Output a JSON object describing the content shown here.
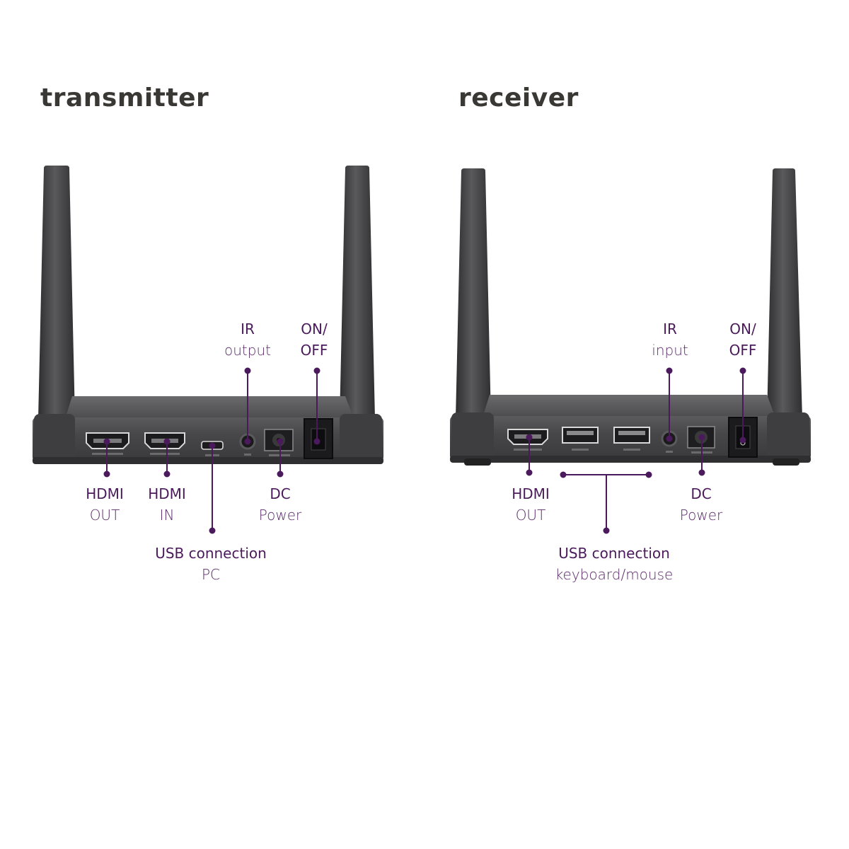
{
  "titles": {
    "transmitter": "transmitter",
    "receiver": "receiver"
  },
  "transmitter": {
    "ir": {
      "line1": "IR",
      "line2": "output"
    },
    "onoff": {
      "line1": "ON/",
      "line2": "OFF"
    },
    "hdmi_out": {
      "line1": "HDMI",
      "line2": "OUT"
    },
    "hdmi_in": {
      "line1": "HDMI",
      "line2": "IN"
    },
    "dc": {
      "line1": "DC",
      "line2": "Power"
    },
    "usb": {
      "line1": "USB connection",
      "line2": "PC"
    }
  },
  "receiver": {
    "ir": {
      "line1": "IR",
      "line2": "input"
    },
    "onoff": {
      "line1": "ON/",
      "line2": "OFF"
    },
    "hdmi_out": {
      "line1": "HDMI",
      "line2": "OUT"
    },
    "dc": {
      "line1": "DC",
      "line2": "Power"
    },
    "usb": {
      "line1": "USB connection",
      "line2": "keyboard/mouse"
    }
  },
  "colors": {
    "accent": "#4b1a5c",
    "device": "#4a4a4c",
    "heading": "#3a3835"
  }
}
